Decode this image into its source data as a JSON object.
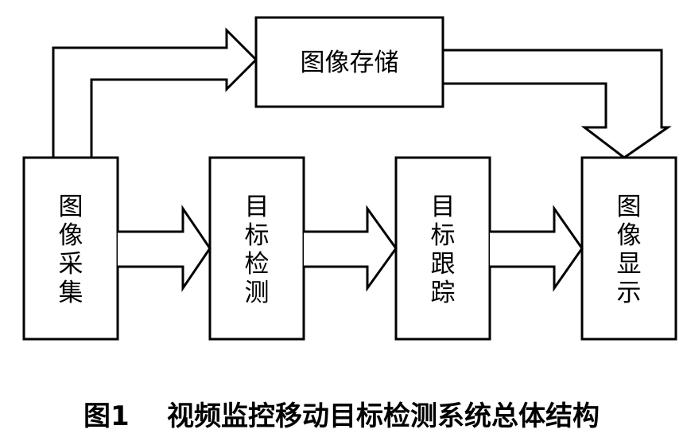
{
  "diagram": {
    "nodes": {
      "storage": "图像存储",
      "capture": [
        "图",
        "像",
        "采",
        "集"
      ],
      "detect": [
        "目",
        "标",
        "检",
        "测"
      ],
      "track": [
        "目",
        "标",
        "跟",
        "踪"
      ],
      "display": [
        "图",
        "像",
        "显",
        "示"
      ]
    },
    "caption": {
      "number": "图1",
      "text": "视频监控移动目标检测系统总体结构"
    }
  }
}
